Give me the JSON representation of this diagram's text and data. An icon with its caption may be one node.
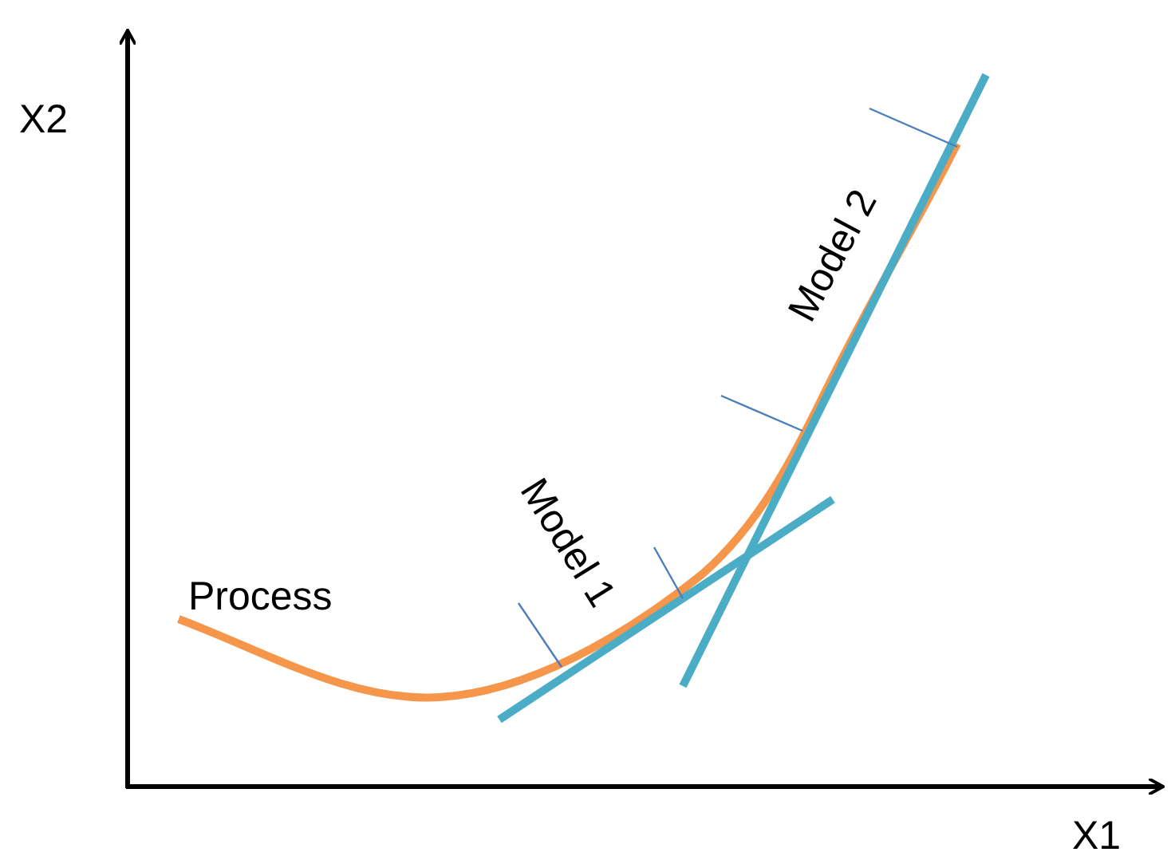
{
  "diagram": {
    "labels": [
      "X2",
      "Process",
      "Model 2",
      "Model 1",
      "X1"
    ]
  }
}
